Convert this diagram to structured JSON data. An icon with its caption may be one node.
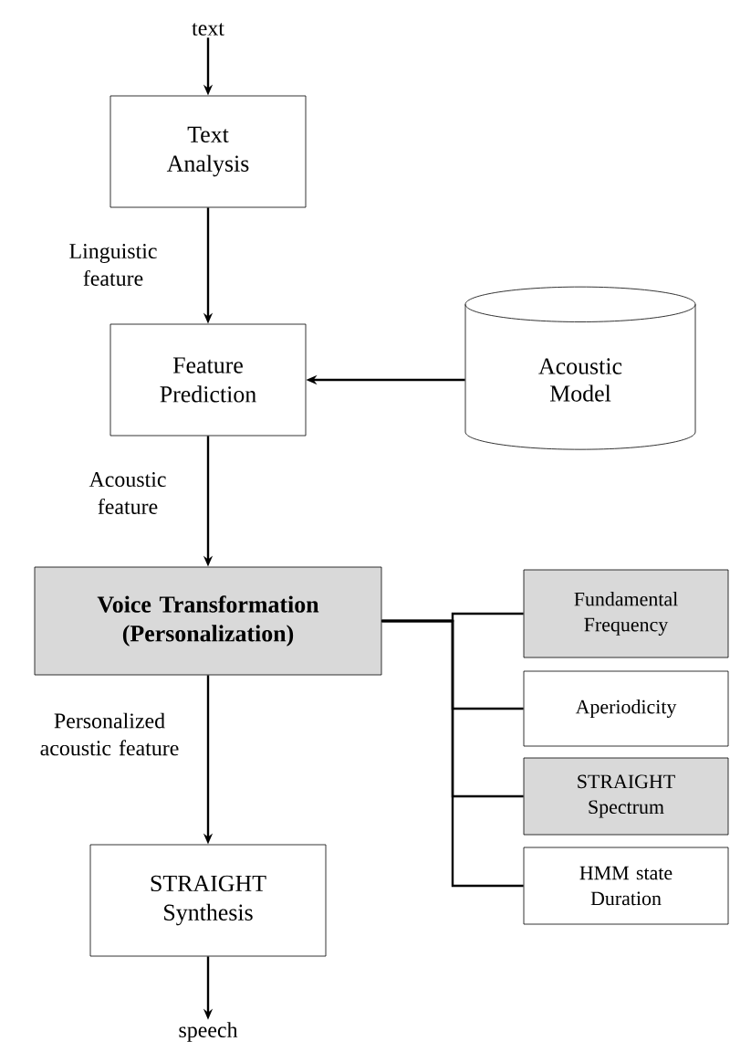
{
  "diagram": {
    "nodes": [
      {
        "text": [
          "text"
        ]
      },
      {
        "text": [
          "Text Analysis"
        ]
      },
      {
        "text": [
          "Feature Prediction"
        ]
      },
      {
        "text": [
          "Acoustic Model"
        ]
      },
      {
        "text": [
          "Voice Transformation (Personalization)"
        ]
      },
      {
        "text": [
          "Fundamental Frequency"
        ]
      },
      {
        "text": [
          "Aperiodicity"
        ]
      },
      {
        "text": [
          "STRAIGHT Spectrum"
        ]
      },
      {
        "text": [
          "HMM state Duration"
        ]
      },
      {
        "text": [
          "STRAIGHT Synthesis"
        ]
      },
      {
        "text": [
          "speech"
        ]
      }
    ],
    "edges": [
      {
        "from": 0,
        "to": 1,
        "arrow": "to"
      },
      {
        "from": 1,
        "to": 2,
        "arrow": "to",
        "label": "Linguistic feature"
      },
      {
        "from": 3,
        "to": 2,
        "arrow": "to"
      },
      {
        "from": 2,
        "to": 4,
        "arrow": "to",
        "label": "Acoustic feature"
      },
      {
        "from": 4,
        "to": 5,
        "arrow": "none"
      },
      {
        "from": 4,
        "to": 6,
        "arrow": "none"
      },
      {
        "from": 4,
        "to": 7,
        "arrow": "none"
      },
      {
        "from": 4,
        "to": 8,
        "arrow": "none"
      },
      {
        "from": 4,
        "to": 9,
        "arrow": "to",
        "label": "Personalized acoustic feature"
      },
      {
        "from": 9,
        "to": 10,
        "arrow": "to"
      }
    ]
  }
}
